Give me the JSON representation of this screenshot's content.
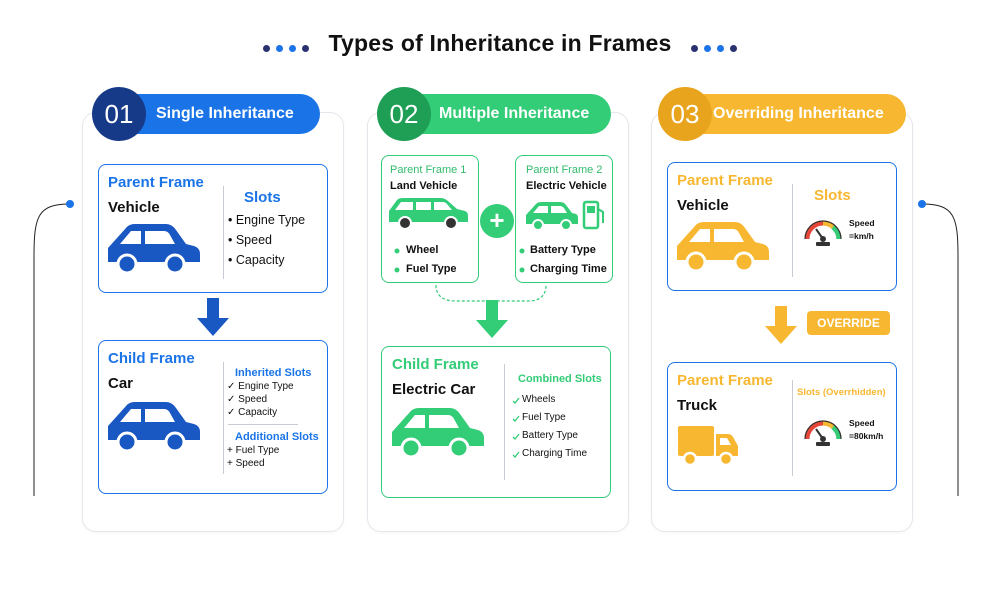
{
  "title": "Types of Inheritance in Frames",
  "colors": {
    "blue": "#1a74e8",
    "navy": "#173a88",
    "green": "#33cc77",
    "darkgreen": "#1f9e55",
    "orange": "#f7b731",
    "darkorange": "#e8a41c"
  },
  "single": {
    "number": "01",
    "label": "Single Inheritance",
    "parent": {
      "heading": "Parent Frame",
      "name": "Vehicle",
      "slots_heading": "Slots",
      "slots": [
        "• Engine Type",
        "• Speed",
        "• Capacity"
      ]
    },
    "child": {
      "heading": "Child Frame",
      "name": "Car",
      "inherited_heading": "Inherited Slots",
      "inherited": [
        "✓ Engine Type",
        "✓ Speed",
        "✓ Capacity"
      ],
      "additional_heading": "Additional Slots",
      "additional": [
        "+ Fuel Type",
        "+ Speed"
      ]
    }
  },
  "multiple": {
    "number": "02",
    "label": "Multiple Inheritance",
    "parent1": {
      "heading": "Parent Frame 1",
      "name": "Land Vehicle",
      "slots": [
        "Wheel",
        "Fuel Type"
      ]
    },
    "parent2": {
      "heading": "Parent Frame 2",
      "name": "Electric Vehicle",
      "slots": [
        "Battery Type",
        "Charging Time"
      ]
    },
    "plus": "+",
    "child": {
      "heading": "Child Frame",
      "name": "Electric Car",
      "combined_heading": "Combined Slots",
      "combined": [
        "Wheels",
        "Fuel Type",
        "Battery Type",
        "Charging Time"
      ]
    }
  },
  "overriding": {
    "number": "03",
    "label": "Overriding Inheritance",
    "parent": {
      "heading": "Parent Frame",
      "name": "Vehicle",
      "slots_heading": "Slots",
      "gauge_label": "Speed",
      "gauge_value": "=km/h"
    },
    "override_label": "OVERRIDE",
    "child": {
      "heading": "Parent Frame",
      "name": "Truck",
      "slots_heading": "Slots (Overrhidden)",
      "gauge_label": "Speed",
      "gauge_value": "=80km/h"
    }
  }
}
